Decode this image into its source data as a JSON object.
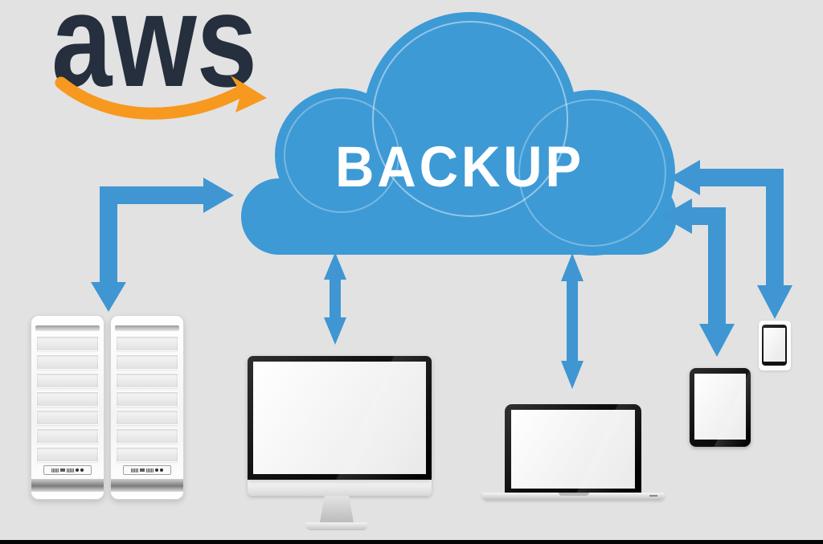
{
  "colors": {
    "background_gray": "#e2e2e2",
    "cloud_blue": "#3d9ad5",
    "arrow_blue": "#3f96d2",
    "aws_dark": "#252f3e",
    "aws_orange": "#f7981f",
    "label_white": "#ffffff"
  },
  "aws_logo": {
    "text": "aws"
  },
  "cloud": {
    "label": "BACKUP"
  },
  "diagram": {
    "type": "cloud-backup-architecture",
    "nodes": [
      "aws-backup-cloud",
      "server-rack-1",
      "server-rack-2",
      "desktop-computer",
      "laptop",
      "tablet",
      "smartphone"
    ],
    "connections": [
      {
        "from": "server-racks",
        "to": "aws-backup-cloud",
        "style": "elbow",
        "bidirectional": true
      },
      {
        "from": "desktop-computer",
        "to": "aws-backup-cloud",
        "style": "straight",
        "bidirectional": true
      },
      {
        "from": "laptop",
        "to": "aws-backup-cloud",
        "style": "straight",
        "bidirectional": true
      },
      {
        "from": "tablet",
        "to": "aws-backup-cloud",
        "style": "elbow",
        "bidirectional": true
      },
      {
        "from": "smartphone",
        "to": "aws-backup-cloud",
        "style": "elbow",
        "bidirectional": true
      }
    ]
  }
}
